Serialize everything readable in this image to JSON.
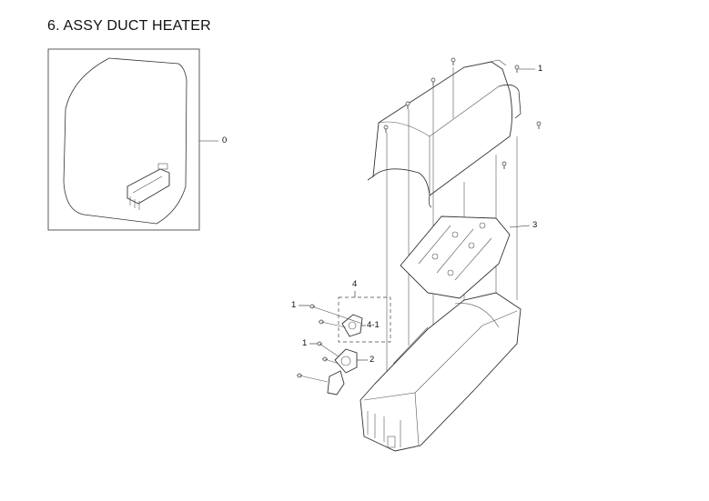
{
  "title": "6. ASSY DUCT HEATER",
  "callouts": [
    {
      "id": "c0",
      "label": "0"
    },
    {
      "id": "c1a",
      "label": "1"
    },
    {
      "id": "c3",
      "label": "3"
    },
    {
      "id": "c4",
      "label": "4"
    },
    {
      "id": "c1b",
      "label": "1"
    },
    {
      "id": "c41",
      "label": "4-1"
    },
    {
      "id": "c1c",
      "label": "1"
    },
    {
      "id": "c2",
      "label": "2"
    }
  ]
}
